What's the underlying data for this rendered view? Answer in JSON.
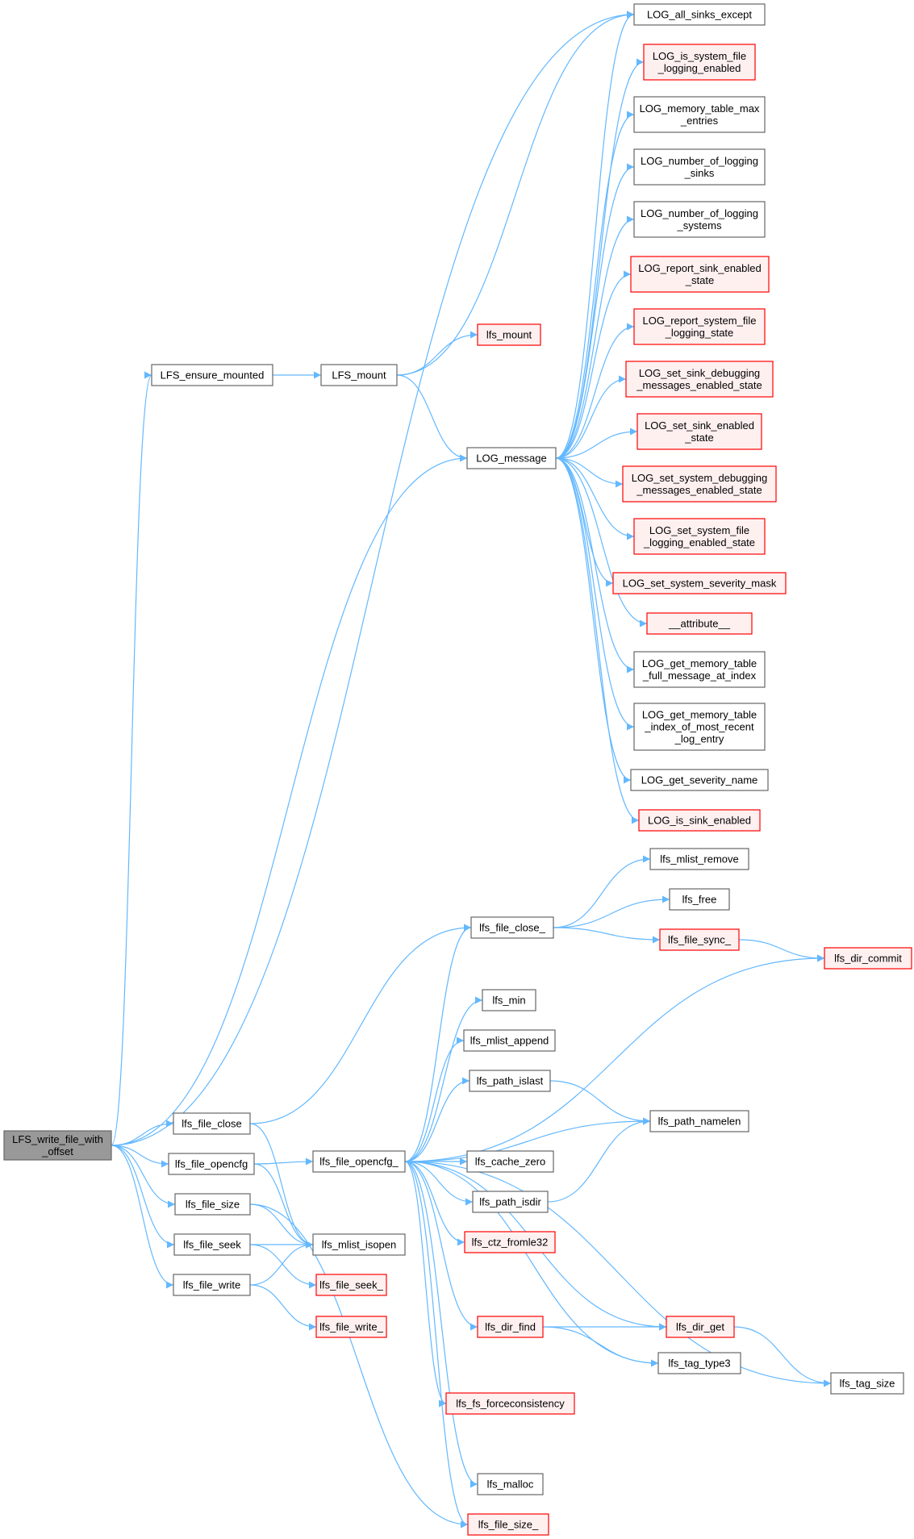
{
  "colors": {
    "edge": "#63b8ff",
    "normal_fill": "#ffffff",
    "normal_stroke": "#666666",
    "red_fill": "#fff0f0",
    "red_stroke": "#ff0000",
    "root_fill": "#999999",
    "root_stroke": "#666666"
  },
  "nodes": {
    "root": {
      "lines": [
        "LFS_write_file_with",
        "_offset"
      ],
      "style": "root"
    },
    "ensure": {
      "lines": [
        "LFS_ensure_mounted"
      ],
      "style": "normal"
    },
    "LFS_mount": {
      "lines": [
        "LFS_mount"
      ],
      "style": "normal"
    },
    "lfs_mount": {
      "lines": [
        "lfs_mount"
      ],
      "style": "red"
    },
    "LOG_message": {
      "lines": [
        "LOG_message"
      ],
      "style": "normal"
    },
    "L_all_sinks": {
      "lines": [
        "LOG_all_sinks_except"
      ],
      "style": "normal"
    },
    "L_is_sys_file": {
      "lines": [
        "LOG_is_system_file",
        "_logging_enabled"
      ],
      "style": "red"
    },
    "L_mem_max": {
      "lines": [
        "LOG_memory_table_max",
        "_entries"
      ],
      "style": "normal"
    },
    "L_num_sinks": {
      "lines": [
        "LOG_number_of_logging",
        "_sinks"
      ],
      "style": "normal"
    },
    "L_num_sys": {
      "lines": [
        "LOG_number_of_logging",
        "_systems"
      ],
      "style": "normal"
    },
    "L_rep_sink": {
      "lines": [
        "LOG_report_sink_enabled",
        "_state"
      ],
      "style": "red"
    },
    "L_rep_sys_file": {
      "lines": [
        "LOG_report_system_file",
        "_logging_state"
      ],
      "style": "red"
    },
    "L_set_sink_dbg": {
      "lines": [
        "LOG_set_sink_debugging",
        "_messages_enabled_state"
      ],
      "style": "red"
    },
    "L_set_sink_en": {
      "lines": [
        "LOG_set_sink_enabled",
        "_state"
      ],
      "style": "red"
    },
    "L_set_sys_dbg": {
      "lines": [
        "LOG_set_system_debugging",
        "_messages_enabled_state"
      ],
      "style": "red"
    },
    "L_set_sys_file": {
      "lines": [
        "LOG_set_system_file",
        "_logging_enabled_state"
      ],
      "style": "red"
    },
    "L_set_sev": {
      "lines": [
        "LOG_set_system_severity_mask"
      ],
      "style": "red"
    },
    "L_attr": {
      "lines": [
        "__attribute__"
      ],
      "style": "red"
    },
    "L_get_full": {
      "lines": [
        "LOG_get_memory_table",
        "_full_message_at_index"
      ],
      "style": "normal"
    },
    "L_get_idx": {
      "lines": [
        "LOG_get_memory_table",
        "_index_of_most_recent",
        "_log_entry"
      ],
      "style": "normal"
    },
    "L_get_sev": {
      "lines": [
        "LOG_get_severity_name"
      ],
      "style": "normal"
    },
    "L_is_sink": {
      "lines": [
        "LOG_is_sink_enabled"
      ],
      "style": "red"
    },
    "mlist_remove": {
      "lines": [
        "lfs_mlist_remove"
      ],
      "style": "normal"
    },
    "lfs_free": {
      "lines": [
        "lfs_free"
      ],
      "style": "normal"
    },
    "file_close_": {
      "lines": [
        "lfs_file_close_"
      ],
      "style": "normal"
    },
    "file_sync_": {
      "lines": [
        "lfs_file_sync_"
      ],
      "style": "red"
    },
    "dir_commit": {
      "lines": [
        "lfs_dir_commit"
      ],
      "style": "red"
    },
    "lfs_min": {
      "lines": [
        "lfs_min"
      ],
      "style": "normal"
    },
    "mlist_append": {
      "lines": [
        "lfs_mlist_append"
      ],
      "style": "normal"
    },
    "path_islast": {
      "lines": [
        "lfs_path_islast"
      ],
      "style": "normal"
    },
    "path_namelen": {
      "lines": [
        "lfs_path_namelen"
      ],
      "style": "normal"
    },
    "file_close": {
      "lines": [
        "lfs_file_close"
      ],
      "style": "normal"
    },
    "file_opencfg": {
      "lines": [
        "lfs_file_opencfg"
      ],
      "style": "normal"
    },
    "file_opencfg_": {
      "lines": [
        "lfs_file_opencfg_"
      ],
      "style": "normal"
    },
    "cache_zero": {
      "lines": [
        "lfs_cache_zero"
      ],
      "style": "normal"
    },
    "file_size": {
      "lines": [
        "lfs_file_size"
      ],
      "style": "normal"
    },
    "path_isdir": {
      "lines": [
        "lfs_path_isdir"
      ],
      "style": "normal"
    },
    "file_seek": {
      "lines": [
        "lfs_file_seek"
      ],
      "style": "normal"
    },
    "mlist_isopen": {
      "lines": [
        "lfs_mlist_isopen"
      ],
      "style": "normal"
    },
    "ctz_fromle32": {
      "lines": [
        "lfs_ctz_fromle32"
      ],
      "style": "red"
    },
    "file_write": {
      "lines": [
        "lfs_file_write"
      ],
      "style": "normal"
    },
    "file_seek_": {
      "lines": [
        "lfs_file_seek_"
      ],
      "style": "red"
    },
    "file_write_": {
      "lines": [
        "lfs_file_write_"
      ],
      "style": "red"
    },
    "dir_find": {
      "lines": [
        "lfs_dir_find"
      ],
      "style": "red"
    },
    "dir_get": {
      "lines": [
        "lfs_dir_get"
      ],
      "style": "red"
    },
    "tag_type3": {
      "lines": [
        "lfs_tag_type3"
      ],
      "style": "normal"
    },
    "tag_size": {
      "lines": [
        "lfs_tag_size"
      ],
      "style": "normal"
    },
    "fs_force": {
      "lines": [
        "lfs_fs_forceconsistency"
      ],
      "style": "red"
    },
    "lfs_malloc": {
      "lines": [
        "lfs_malloc"
      ],
      "style": "normal"
    },
    "file_size_": {
      "lines": [
        "lfs_file_size_"
      ],
      "style": "red"
    }
  },
  "edges": [
    [
      "root",
      "ensure"
    ],
    [
      "root",
      "LOG_message"
    ],
    [
      "root",
      "L_all_sinks"
    ],
    [
      "root",
      "file_close"
    ],
    [
      "root",
      "file_opencfg"
    ],
    [
      "root",
      "file_size"
    ],
    [
      "root",
      "file_seek"
    ],
    [
      "root",
      "file_write"
    ],
    [
      "ensure",
      "LFS_mount"
    ],
    [
      "LFS_mount",
      "lfs_mount"
    ],
    [
      "LFS_mount",
      "LOG_message"
    ],
    [
      "LFS_mount",
      "L_all_sinks"
    ],
    [
      "LOG_message",
      "L_all_sinks"
    ],
    [
      "LOG_message",
      "L_is_sys_file"
    ],
    [
      "LOG_message",
      "L_mem_max"
    ],
    [
      "LOG_message",
      "L_num_sinks"
    ],
    [
      "LOG_message",
      "L_num_sys"
    ],
    [
      "LOG_message",
      "L_rep_sink"
    ],
    [
      "LOG_message",
      "L_rep_sys_file"
    ],
    [
      "LOG_message",
      "L_set_sink_dbg"
    ],
    [
      "LOG_message",
      "L_set_sink_en"
    ],
    [
      "LOG_message",
      "L_set_sys_dbg"
    ],
    [
      "LOG_message",
      "L_set_sys_file"
    ],
    [
      "LOG_message",
      "L_set_sev"
    ],
    [
      "LOG_message",
      "L_attr"
    ],
    [
      "LOG_message",
      "L_get_full"
    ],
    [
      "LOG_message",
      "L_get_idx"
    ],
    [
      "LOG_message",
      "L_get_sev"
    ],
    [
      "LOG_message",
      "L_is_sink"
    ],
    [
      "file_close",
      "file_close_"
    ],
    [
      "file_close",
      "mlist_isopen"
    ],
    [
      "file_opencfg",
      "file_opencfg_"
    ],
    [
      "file_opencfg",
      "mlist_isopen"
    ],
    [
      "file_size",
      "mlist_isopen"
    ],
    [
      "file_size",
      "file_size_"
    ],
    [
      "file_seek",
      "mlist_isopen"
    ],
    [
      "file_seek",
      "file_seek_"
    ],
    [
      "file_write",
      "mlist_isopen"
    ],
    [
      "file_write",
      "file_write_"
    ],
    [
      "file_close_",
      "mlist_remove"
    ],
    [
      "file_close_",
      "lfs_free"
    ],
    [
      "file_close_",
      "file_sync_"
    ],
    [
      "file_sync_",
      "dir_commit"
    ],
    [
      "file_opencfg_",
      "file_close_"
    ],
    [
      "file_opencfg_",
      "dir_commit"
    ],
    [
      "file_opencfg_",
      "lfs_min"
    ],
    [
      "file_opencfg_",
      "mlist_append"
    ],
    [
      "file_opencfg_",
      "path_islast"
    ],
    [
      "file_opencfg_",
      "path_namelen"
    ],
    [
      "file_opencfg_",
      "cache_zero"
    ],
    [
      "file_opencfg_",
      "path_isdir"
    ],
    [
      "file_opencfg_",
      "ctz_fromle32"
    ],
    [
      "file_opencfg_",
      "dir_find"
    ],
    [
      "file_opencfg_",
      "dir_get"
    ],
    [
      "file_opencfg_",
      "tag_type3"
    ],
    [
      "file_opencfg_",
      "tag_size"
    ],
    [
      "file_opencfg_",
      "fs_force"
    ],
    [
      "file_opencfg_",
      "lfs_malloc"
    ],
    [
      "file_opencfg_",
      "file_size_"
    ],
    [
      "path_islast",
      "path_namelen"
    ],
    [
      "path_isdir",
      "path_namelen"
    ],
    [
      "dir_find",
      "dir_get"
    ],
    [
      "dir_find",
      "tag_type3"
    ],
    [
      "dir_get",
      "tag_size"
    ]
  ]
}
